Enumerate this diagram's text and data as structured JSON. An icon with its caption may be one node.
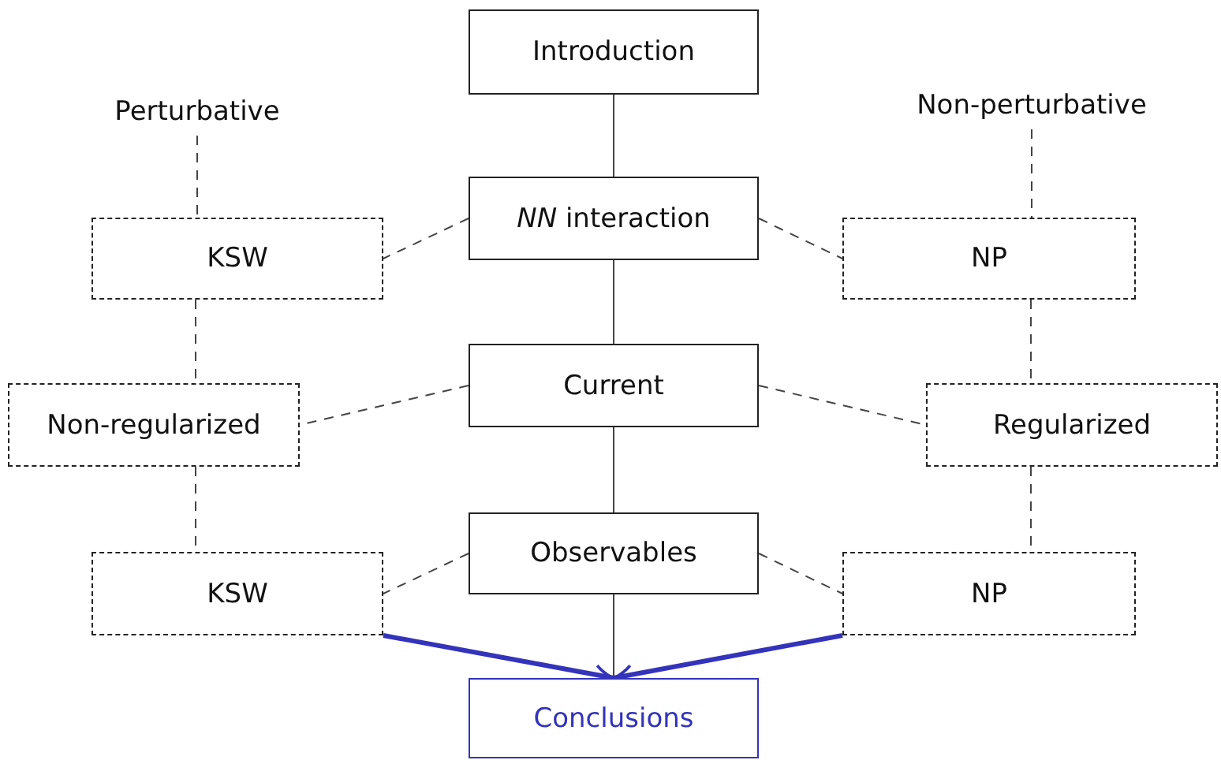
{
  "diagram": {
    "nodes": [
      {
        "text": [
          "Introduction"
        ]
      },
      {
        "text": [
          "*NN* interaction"
        ]
      },
      {
        "text": [
          "Current"
        ]
      },
      {
        "text": [
          "Observables"
        ]
      },
      {
        "text": [
          "Conclusions"
        ]
      },
      {
        "text": [
          "Perturbative"
        ]
      },
      {
        "text": [
          "KSW"
        ]
      },
      {
        "text": [
          "Non-regularized"
        ]
      },
      {
        "text": [
          "KSW"
        ]
      },
      {
        "text": [
          "Non-perturbative"
        ]
      },
      {
        "text": [
          "NP"
        ]
      },
      {
        "text": [
          "Regularized"
        ]
      },
      {
        "text": [
          "NP"
        ]
      }
    ],
    "edges": [
      {
        "from": 0,
        "to": 1,
        "arrow": "none"
      },
      {
        "from": 1,
        "to": 2,
        "arrow": "none"
      },
      {
        "from": 2,
        "to": 3,
        "arrow": "none"
      },
      {
        "from": 3,
        "to": 4,
        "arrow": "none"
      },
      {
        "from": 5,
        "to": 6,
        "arrow": "none",
        "style": "dashed"
      },
      {
        "from": 6,
        "to": 7,
        "arrow": "none",
        "style": "dashed"
      },
      {
        "from": 7,
        "to": 8,
        "arrow": "none",
        "style": "dashed"
      },
      {
        "from": 9,
        "to": 10,
        "arrow": "none",
        "style": "dashed"
      },
      {
        "from": 10,
        "to": 11,
        "arrow": "none",
        "style": "dashed"
      },
      {
        "from": 11,
        "to": 12,
        "arrow": "none",
        "style": "dashed"
      },
      {
        "from": 1,
        "to": 6,
        "arrow": "none",
        "style": "dashed"
      },
      {
        "from": 1,
        "to": 10,
        "arrow": "none",
        "style": "dashed"
      },
      {
        "from": 2,
        "to": 7,
        "arrow": "none",
        "style": "dashed"
      },
      {
        "from": 2,
        "to": 11,
        "arrow": "none",
        "style": "dashed"
      },
      {
        "from": 3,
        "to": 8,
        "arrow": "none",
        "style": "dashed"
      },
      {
        "from": 3,
        "to": 12,
        "arrow": "none",
        "style": "dashed"
      },
      {
        "from": 8,
        "to": 4,
        "arrow": "to",
        "style": "thick",
        "color": "#3333bb"
      },
      {
        "from": 12,
        "to": 4,
        "arrow": "to",
        "style": "thick",
        "color": "#3333bb"
      }
    ]
  }
}
